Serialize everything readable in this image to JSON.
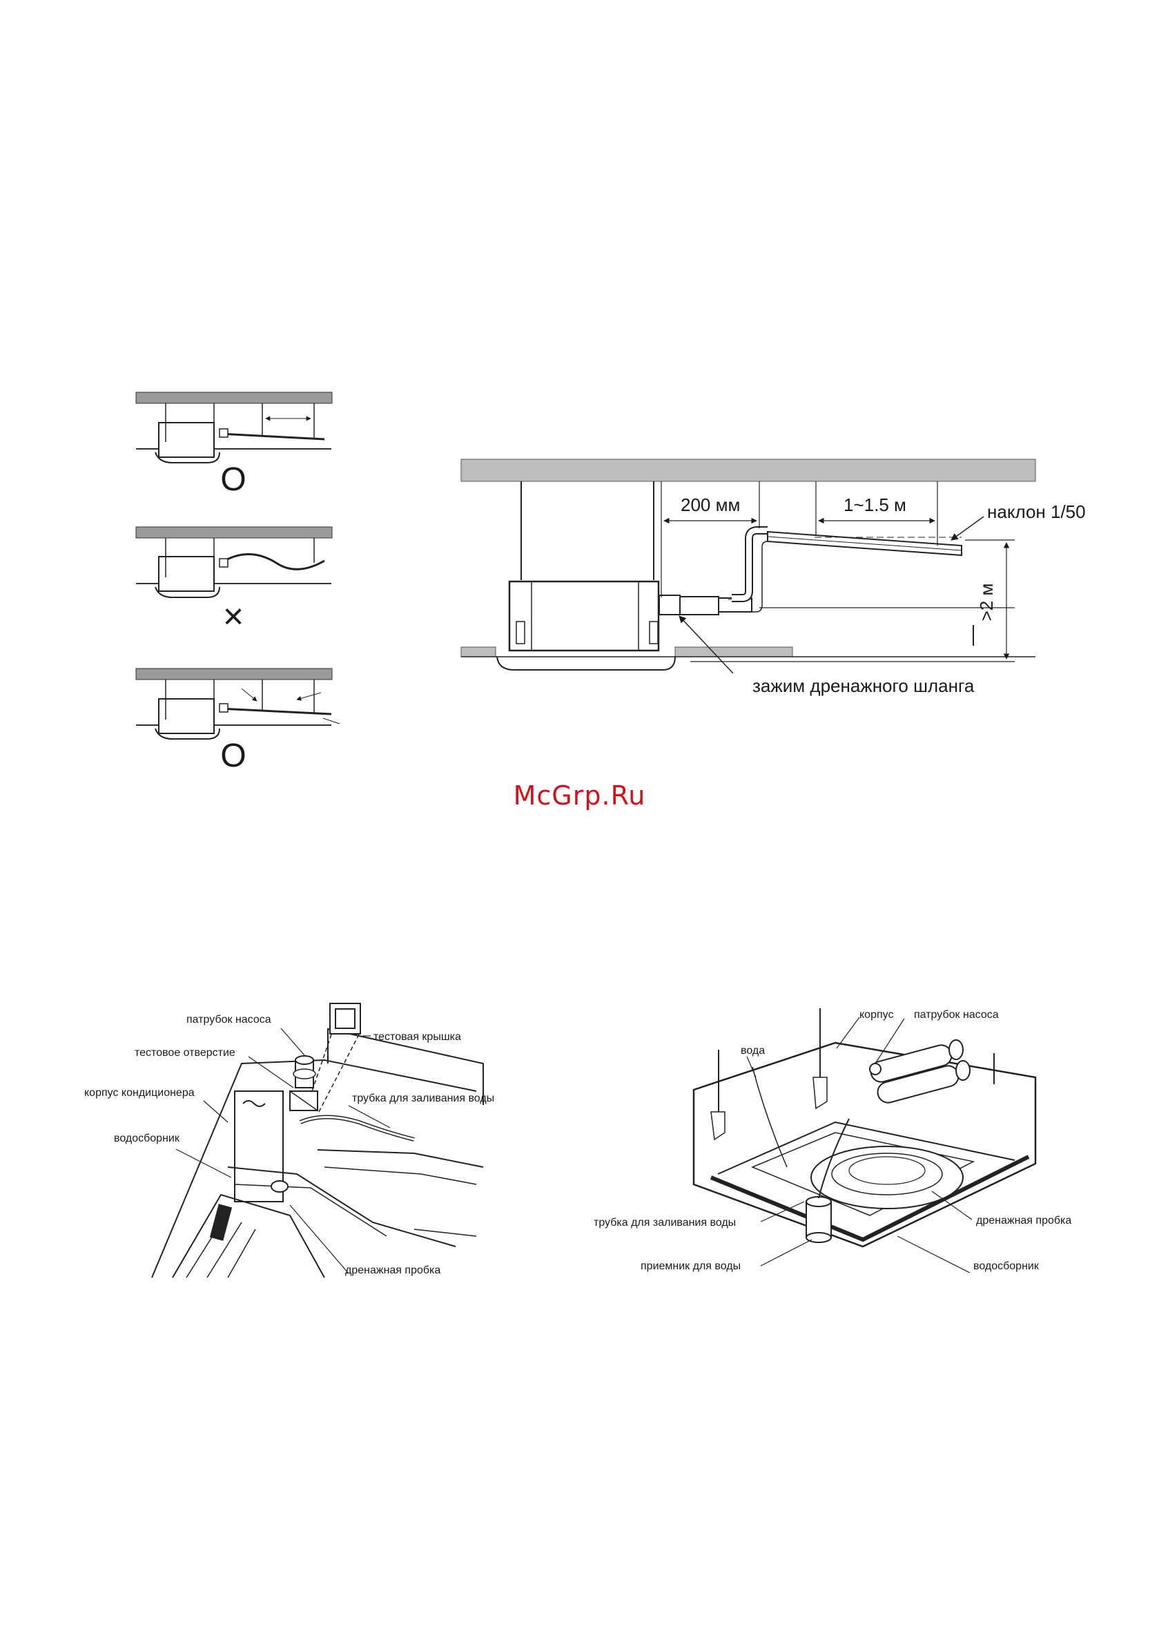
{
  "pipe_diagram": {
    "dim_200": "200 мм",
    "dim_span": "1~1.5 м",
    "slope": "наклон 1/50",
    "height": ">2 м",
    "clamp": "зажим дренажного шланга"
  },
  "routing_examples": {
    "marks": [
      "O",
      "×",
      "O"
    ]
  },
  "watermark": "McGrp.Ru",
  "left_detail": {
    "pump_nozzle": "патрубок насоса",
    "test_cover": "тестовая крышка",
    "test_hole": "тестовое отверстие",
    "unit_body": "корпус кондиционера",
    "fill_tube": "трубка для заливания воды",
    "drain_pan": "водосборник",
    "drain_plug": "дренажная пробка"
  },
  "right_detail": {
    "body": "корпус",
    "pump_nozzle": "патрубок насоса",
    "water": "вода",
    "fill_tube": "трубка для заливания воды",
    "drain_plug": "дренажная пробка",
    "receiver": "приемник для воды",
    "drain_pan": "водосборник"
  }
}
